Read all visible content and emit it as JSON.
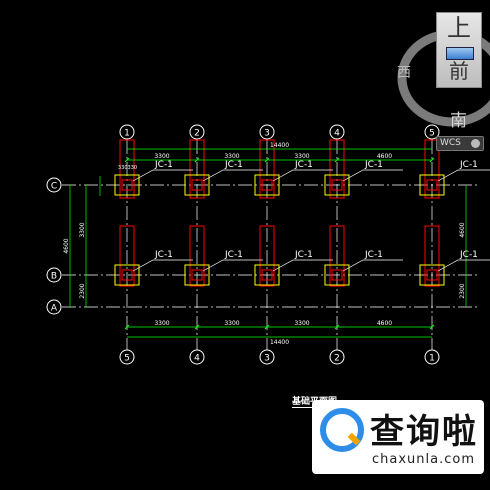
{
  "colors": {
    "background": "#000000",
    "axis_line": "#ffffff",
    "bubble": "#ffffff",
    "dimension": "#00ff00",
    "column": "#ff0000",
    "footing": "#ffff00",
    "label_text": "#ffffff"
  },
  "viewcube": {
    "top_label": "上",
    "front_label": "前",
    "west_label": "西",
    "south_label": "南",
    "wcs_label": "WCS"
  },
  "grid": {
    "vertical_axes": [
      "1",
      "2",
      "3",
      "4",
      "5"
    ],
    "vertical_axes_bottom": [
      "5",
      "4",
      "3",
      "2",
      "1"
    ],
    "horizontal_axes": [
      "C",
      "B",
      "A"
    ],
    "bay_spans_top": [
      "3300",
      "3300",
      "3300",
      "4600"
    ],
    "bay_spans_bottom": [
      "3300",
      "3300",
      "3300",
      "4600"
    ],
    "total_top": "14400",
    "total_bottom": "14400",
    "left_dims": [
      "4600",
      "3300",
      "2300"
    ],
    "right_dims": [
      "4600",
      "2300"
    ],
    "small_dims": [
      "330",
      "330"
    ],
    "footing_label": "JC-1"
  },
  "drawing_title": "基础平面图",
  "watermark": {
    "title": "查询啦",
    "url": "chaxunla.com",
    "logo_icon": "magnifier-q-icon"
  }
}
